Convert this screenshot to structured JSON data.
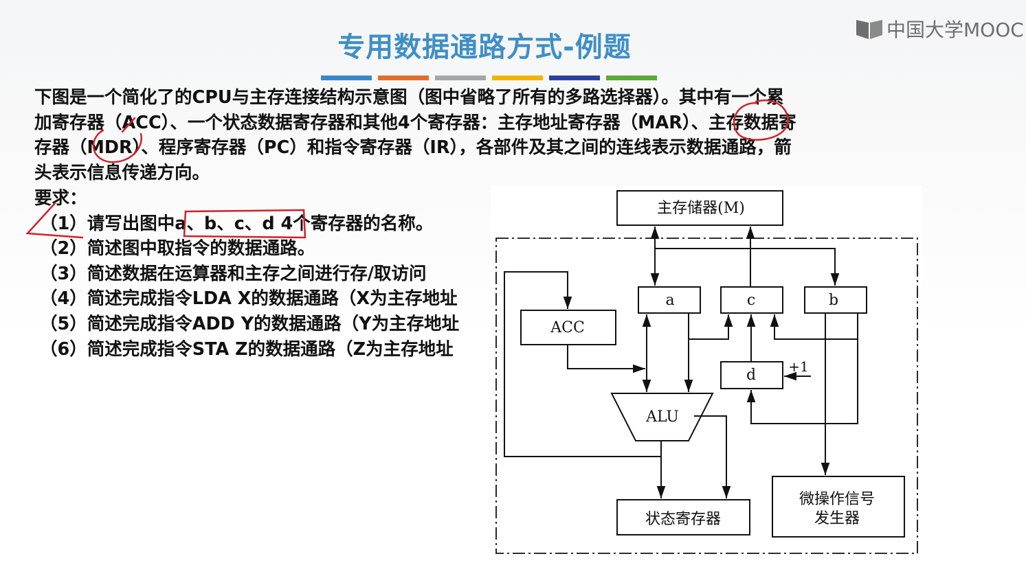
{
  "slide": {
    "title": "专用数据通路方式-例题",
    "logo_text": "中国大学MOOC",
    "accent_colors": [
      "#3a86c8",
      "#e0702e",
      "#a6a6a6",
      "#f0b400",
      "#2a40a0",
      "#5aaa3c"
    ],
    "paragraph_lines": [
      "下图是一个简化了的CPU与主存连接结构示意图（图中省略了所有的多路选择器）。其中有一个累",
      "加寄存器（ACC）、一个状态数据寄存器和其他4个寄存器：主存地址寄存器（MAR）、主存数据寄",
      "存器（MDR）、程序寄存器（PC）和指令寄存器（IR），各部件及其之间的连线表示数据通路，箭",
      "头表示信息传递方向。"
    ],
    "requirements_label": "要求：",
    "requirements": [
      "（1）请写出图中a、b、c、d 4个寄存器的名称。",
      "（2）简述图中取指令的数据通路。",
      "（3）简述数据在运算器和主存之间进行存/取访问",
      "（4）简述完成指令LDA X的数据通路（X为主存地址",
      "（5）简述完成指令ADD Y的数据通路（Y为主存地址",
      "（6）简述完成指令STA Z的数据通路（Z为主存地址"
    ]
  },
  "diagram": {
    "memory": "主存储器(M)",
    "reg_a": "a",
    "reg_b": "b",
    "reg_c": "c",
    "reg_d": "d",
    "acc": "ACC",
    "alu": "ALU",
    "plus_one": "+1",
    "status_reg": "状态寄存器",
    "micro_op_line1": "微操作信号",
    "micro_op_line2": "发生器"
  }
}
